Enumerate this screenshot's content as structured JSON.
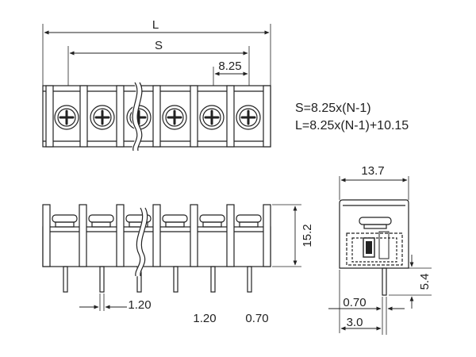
{
  "top_view": {
    "dim_L": "L",
    "dim_S": "S",
    "dim_pitch": "8.25",
    "positions": 6
  },
  "formulas": {
    "s_formula": "S=8.25x(N-1)",
    "l_formula": "L=8.25x(N-1)+10.15"
  },
  "front_view": {
    "dim_height": "15.2",
    "dim_pin_pitch": "1.20",
    "label_pin_width": "1.20",
    "label_pin_thickness": "0.70"
  },
  "side_view": {
    "dim_width": "13.7",
    "dim_pin_length": "5.4",
    "dim_pin_thickness": "0.70",
    "dim_pin_offset": "3.0"
  },
  "colors": {
    "line": "#222222",
    "background": "#ffffff"
  }
}
